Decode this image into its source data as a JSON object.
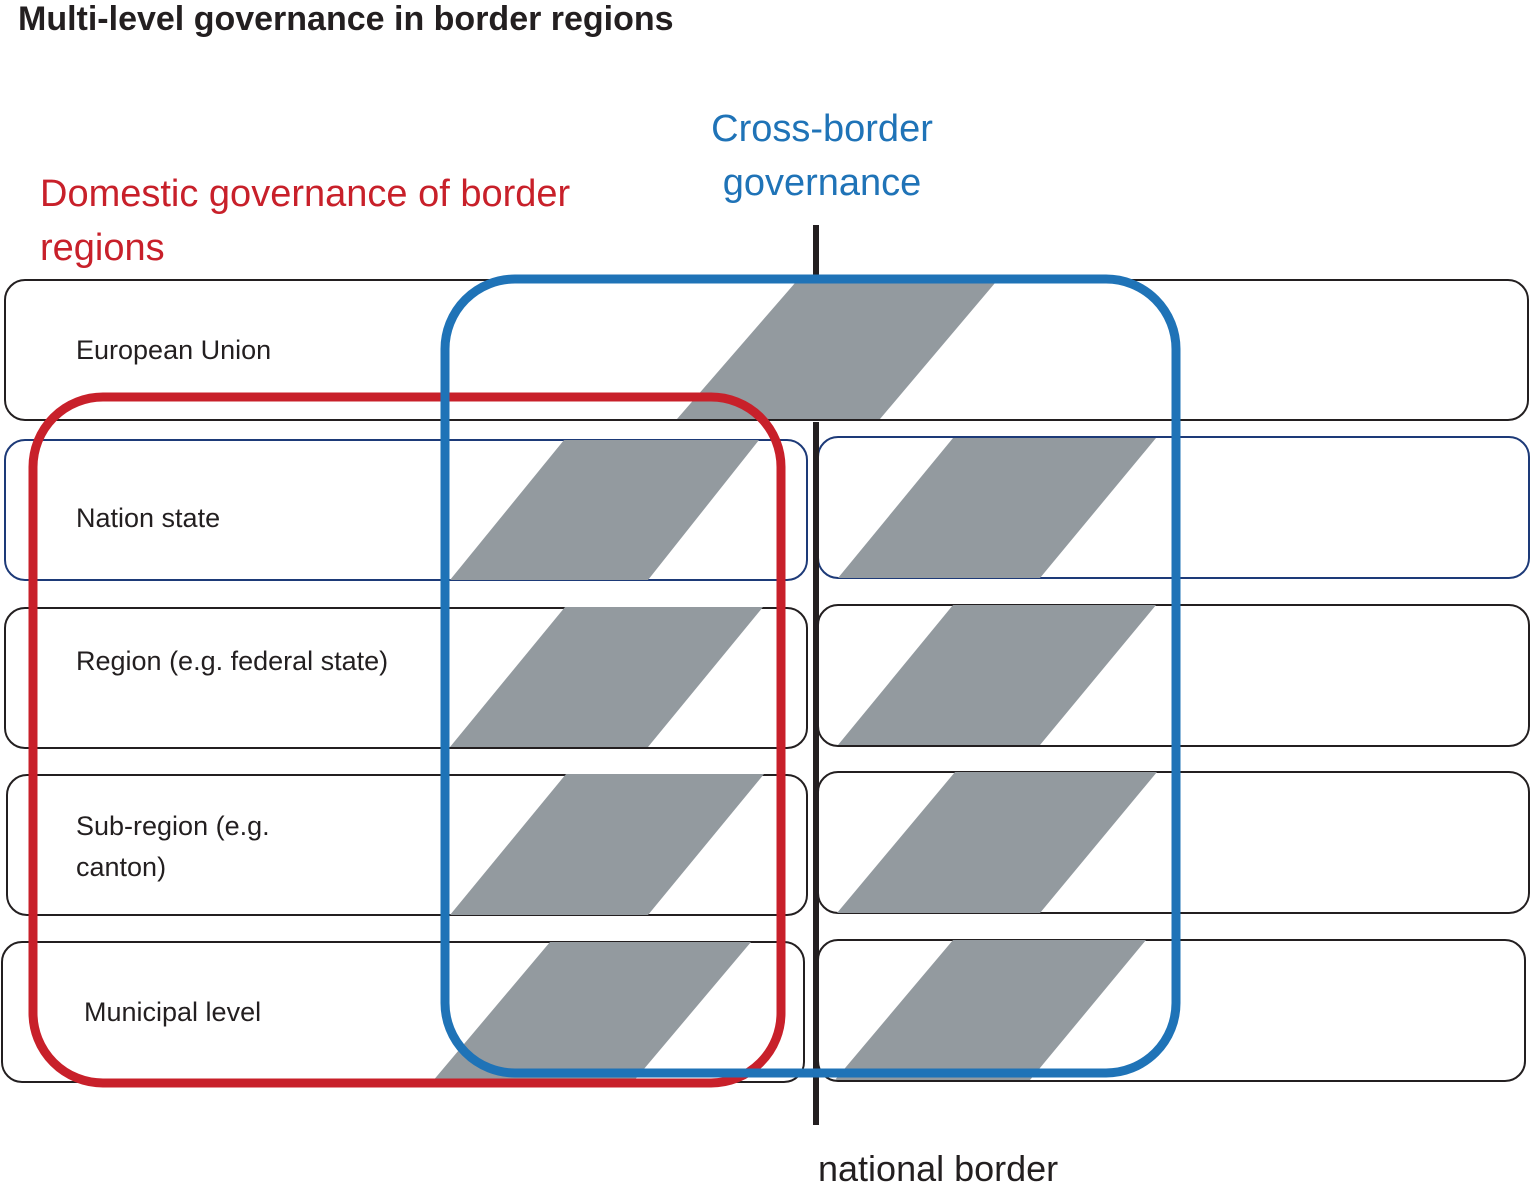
{
  "title": "Multi-level governance in border regions",
  "cross_border": {
    "label_lines": [
      "Cross-border",
      "governance"
    ],
    "color": "#1f73b7"
  },
  "domestic": {
    "label_lines": [
      "Domestic governance of border",
      "regions"
    ],
    "color": "#c8202a"
  },
  "levels": {
    "eu": {
      "label_lines": [
        "European Union"
      ]
    },
    "nation": {
      "label_lines": [
        "Nation state"
      ]
    },
    "region": {
      "label_lines": [
        "Region (e.g. federal state)"
      ]
    },
    "subregion": {
      "label_lines": [
        "Sub-region (e.g.",
        "canton)"
      ]
    },
    "municipal": {
      "label_lines": [
        "Municipal level"
      ]
    }
  },
  "border_label": "national border",
  "colors": {
    "box_stroke": "#231f20",
    "nation_box_stroke": "#1d3a78",
    "band_fill": "#939a9f",
    "border_line": "#231f20",
    "title": "#231f20",
    "label": "#231f20"
  }
}
